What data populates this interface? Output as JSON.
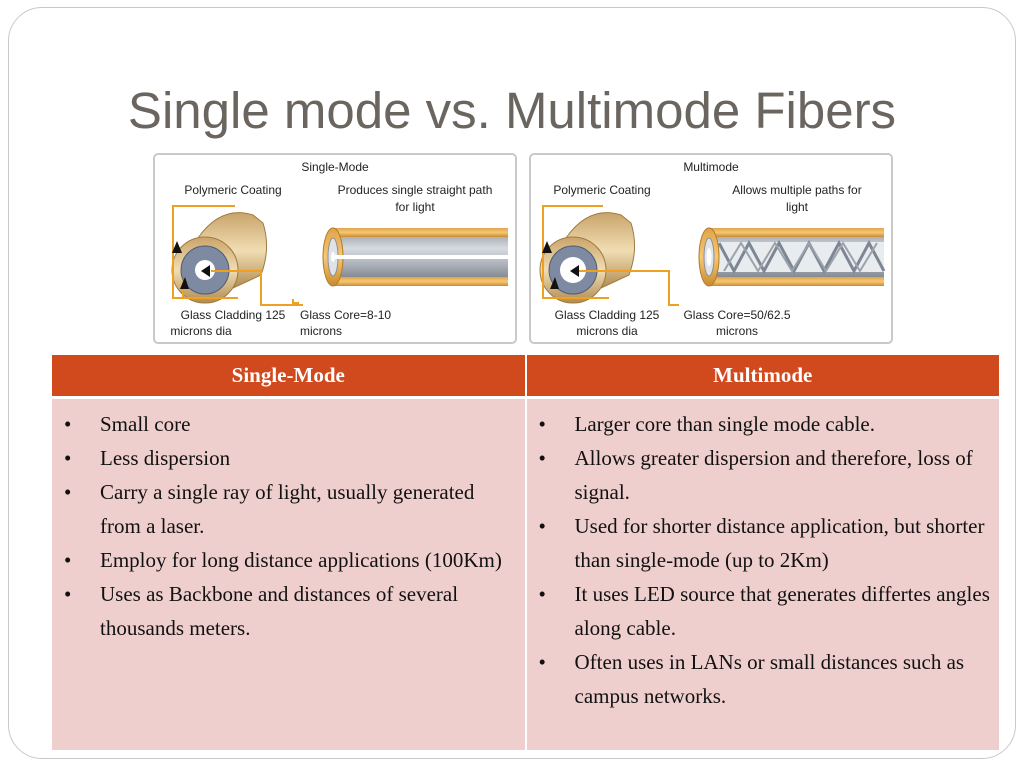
{
  "slide": {
    "title": "Single mode vs. Multimode Fibers"
  },
  "diagrams": {
    "single": {
      "heading": "Single-Mode",
      "coating": "Polymeric Coating",
      "path_line1": "Produces single straight path",
      "path_line2": "for light",
      "cladding_line1": "Glass Cladding 125",
      "cladding_line2": "microns dia",
      "core_line1": "Glass Core=8-10",
      "core_line2": "microns"
    },
    "multi": {
      "heading": "Multimode",
      "coating": "Polymeric Coating",
      "path_line1": "Allows multiple paths for",
      "path_line2": "light",
      "cladding_line1": "Glass Cladding 125",
      "cladding_line2": "microns dia",
      "core_line1": "Glass Core=50/62.5",
      "core_line2": "microns"
    }
  },
  "table": {
    "headers": [
      "Single-Mode",
      "Multimode"
    ],
    "bullet_glyph": "•",
    "single_mode": [
      "Small core",
      "Less dispersion",
      "Carry a single ray of light, usually generated from a laser.",
      "Employ for long distance applications (100Km)",
      "Uses as Backbone and distances of several thousands meters."
    ],
    "multimode": [
      "Larger core than single mode cable.",
      "Allows greater  dispersion and therefore, loss of signal.",
      "Used for shorter distance application, but shorter than single-mode (up to 2Km)",
      "It uses LED source that generates differtes angles along cable.",
      "Often uses in LANs or small distances such as campus networks."
    ]
  },
  "colors": {
    "header_bg": "#d14a1e",
    "cell_bg": "#efcfcd",
    "title_color": "#6b6560",
    "callout_line": "#f0a020"
  }
}
